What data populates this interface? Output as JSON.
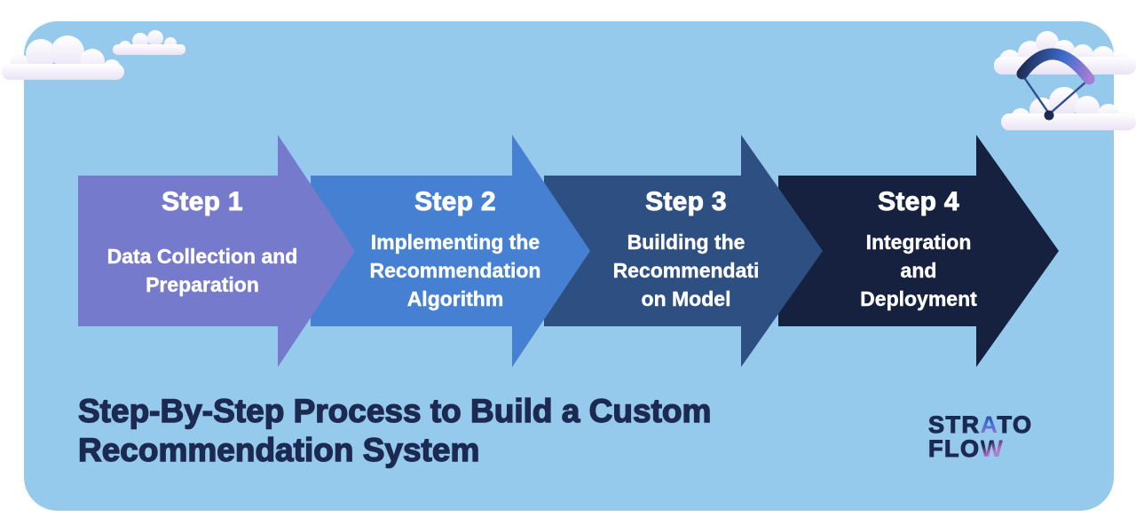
{
  "page": {
    "background_color": "#ffffff",
    "card_color": "#95caed"
  },
  "process": {
    "text_color": "#ffffff",
    "steps": [
      {
        "label": "Step 1",
        "lines": [
          "Data Collection and",
          "Preparation"
        ],
        "arrow_color": "#767acd"
      },
      {
        "label": "Step 2",
        "lines": [
          "Implementing the",
          "Recommendation",
          "Algorithm"
        ],
        "arrow_color": "#4680d3"
      },
      {
        "label": "Step 3",
        "lines": [
          "Building the",
          "Recommendati",
          "on Model"
        ],
        "arrow_color": "#2e4f82"
      },
      {
        "label": "Step 4",
        "lines": [
          "Integration",
          "and",
          "Deployment"
        ],
        "arrow_color": "#16213f"
      }
    ]
  },
  "title": {
    "color": "#1c2a52",
    "lines": [
      "Step-By-Step Process to Build a Custom",
      "Recommendation System"
    ]
  },
  "logo": {
    "color": "#1c2a52",
    "line1_prefix": "STR",
    "line1_accent": "A",
    "line1_suffix": "TO",
    "line2_prefix": "FLO",
    "line2_accent": "W"
  },
  "decor": {
    "cloud_icon": "puffy-cloud",
    "cloud_top_color": "#ffffff",
    "cloud_bottom_color": "#e9e3f5",
    "paraglider_icon": "paraglider",
    "paraglider_canopy_gradient": [
      "#1f2c55",
      "#3c6ccc",
      "#a77ed4"
    ],
    "paraglider_line_color": "#2f4e8e",
    "paraglider_pilot_color": "#1c2b53"
  }
}
